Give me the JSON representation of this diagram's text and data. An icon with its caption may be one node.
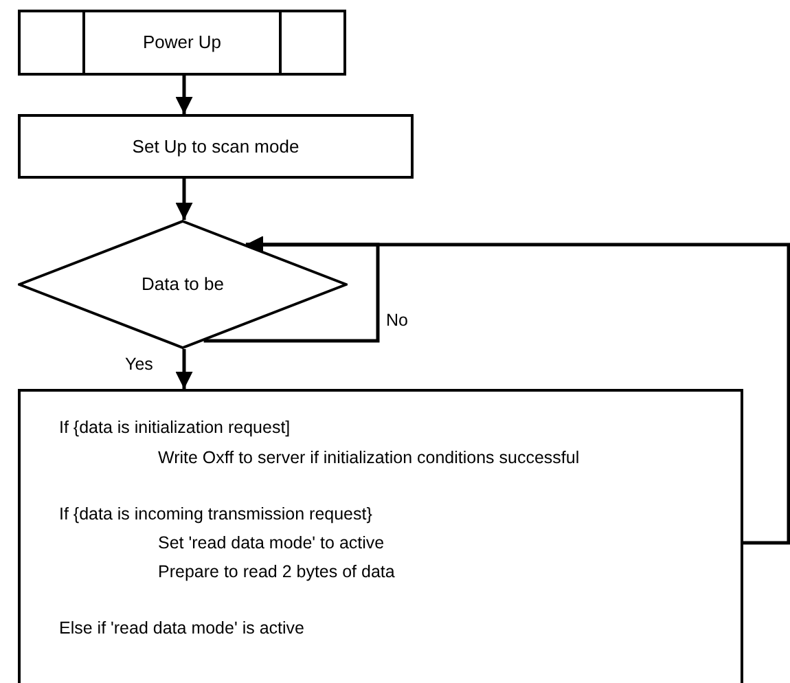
{
  "diagram": {
    "nodes": [
      {
        "text": [
          "Power Up"
        ]
      },
      {
        "text": [
          "Set Up to scan mode"
        ]
      },
      {
        "text": [
          "Data to be"
        ]
      },
      {
        "text": [
          "If {data is initialization request]",
          "Write Oxff to server if initialization conditions successful",
          "If {data is incoming transmission request}",
          "Set 'read data mode' to active",
          "Prepare to read 2 bytes of data",
          "Else if 'read data mode' is active"
        ]
      }
    ],
    "edges": [
      {
        "from": 0,
        "to": 1,
        "arrow": "to"
      },
      {
        "from": 1,
        "to": 2,
        "arrow": "to"
      },
      {
        "from": 2,
        "to": 3,
        "arrow": "to",
        "label": "Yes"
      },
      {
        "from": 2,
        "to": 2,
        "arrow": "to",
        "label": "No"
      },
      {
        "from": 3,
        "to": 2,
        "arrow": "to"
      }
    ]
  }
}
